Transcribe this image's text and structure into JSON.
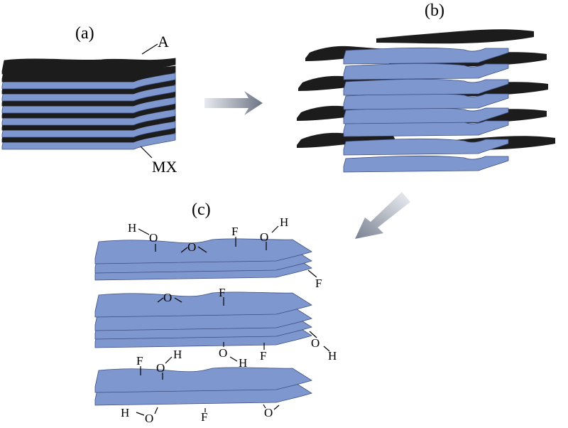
{
  "panels": {
    "a": {
      "label": "(a)",
      "a_layer_label": "A",
      "mx_layer_label": "MX"
    },
    "b": {
      "label": "(b)"
    },
    "c": {
      "label": "(c)",
      "atoms": {
        "H": "H",
        "O": "O",
        "F": "F"
      }
    }
  },
  "colors": {
    "mx_layer": "#7f97cf",
    "mx_layer_edge": "#3c4e80",
    "a_layer": "#1c1c1c",
    "arrow_light": "#e6e8ee",
    "arrow_dark": "#707888"
  }
}
